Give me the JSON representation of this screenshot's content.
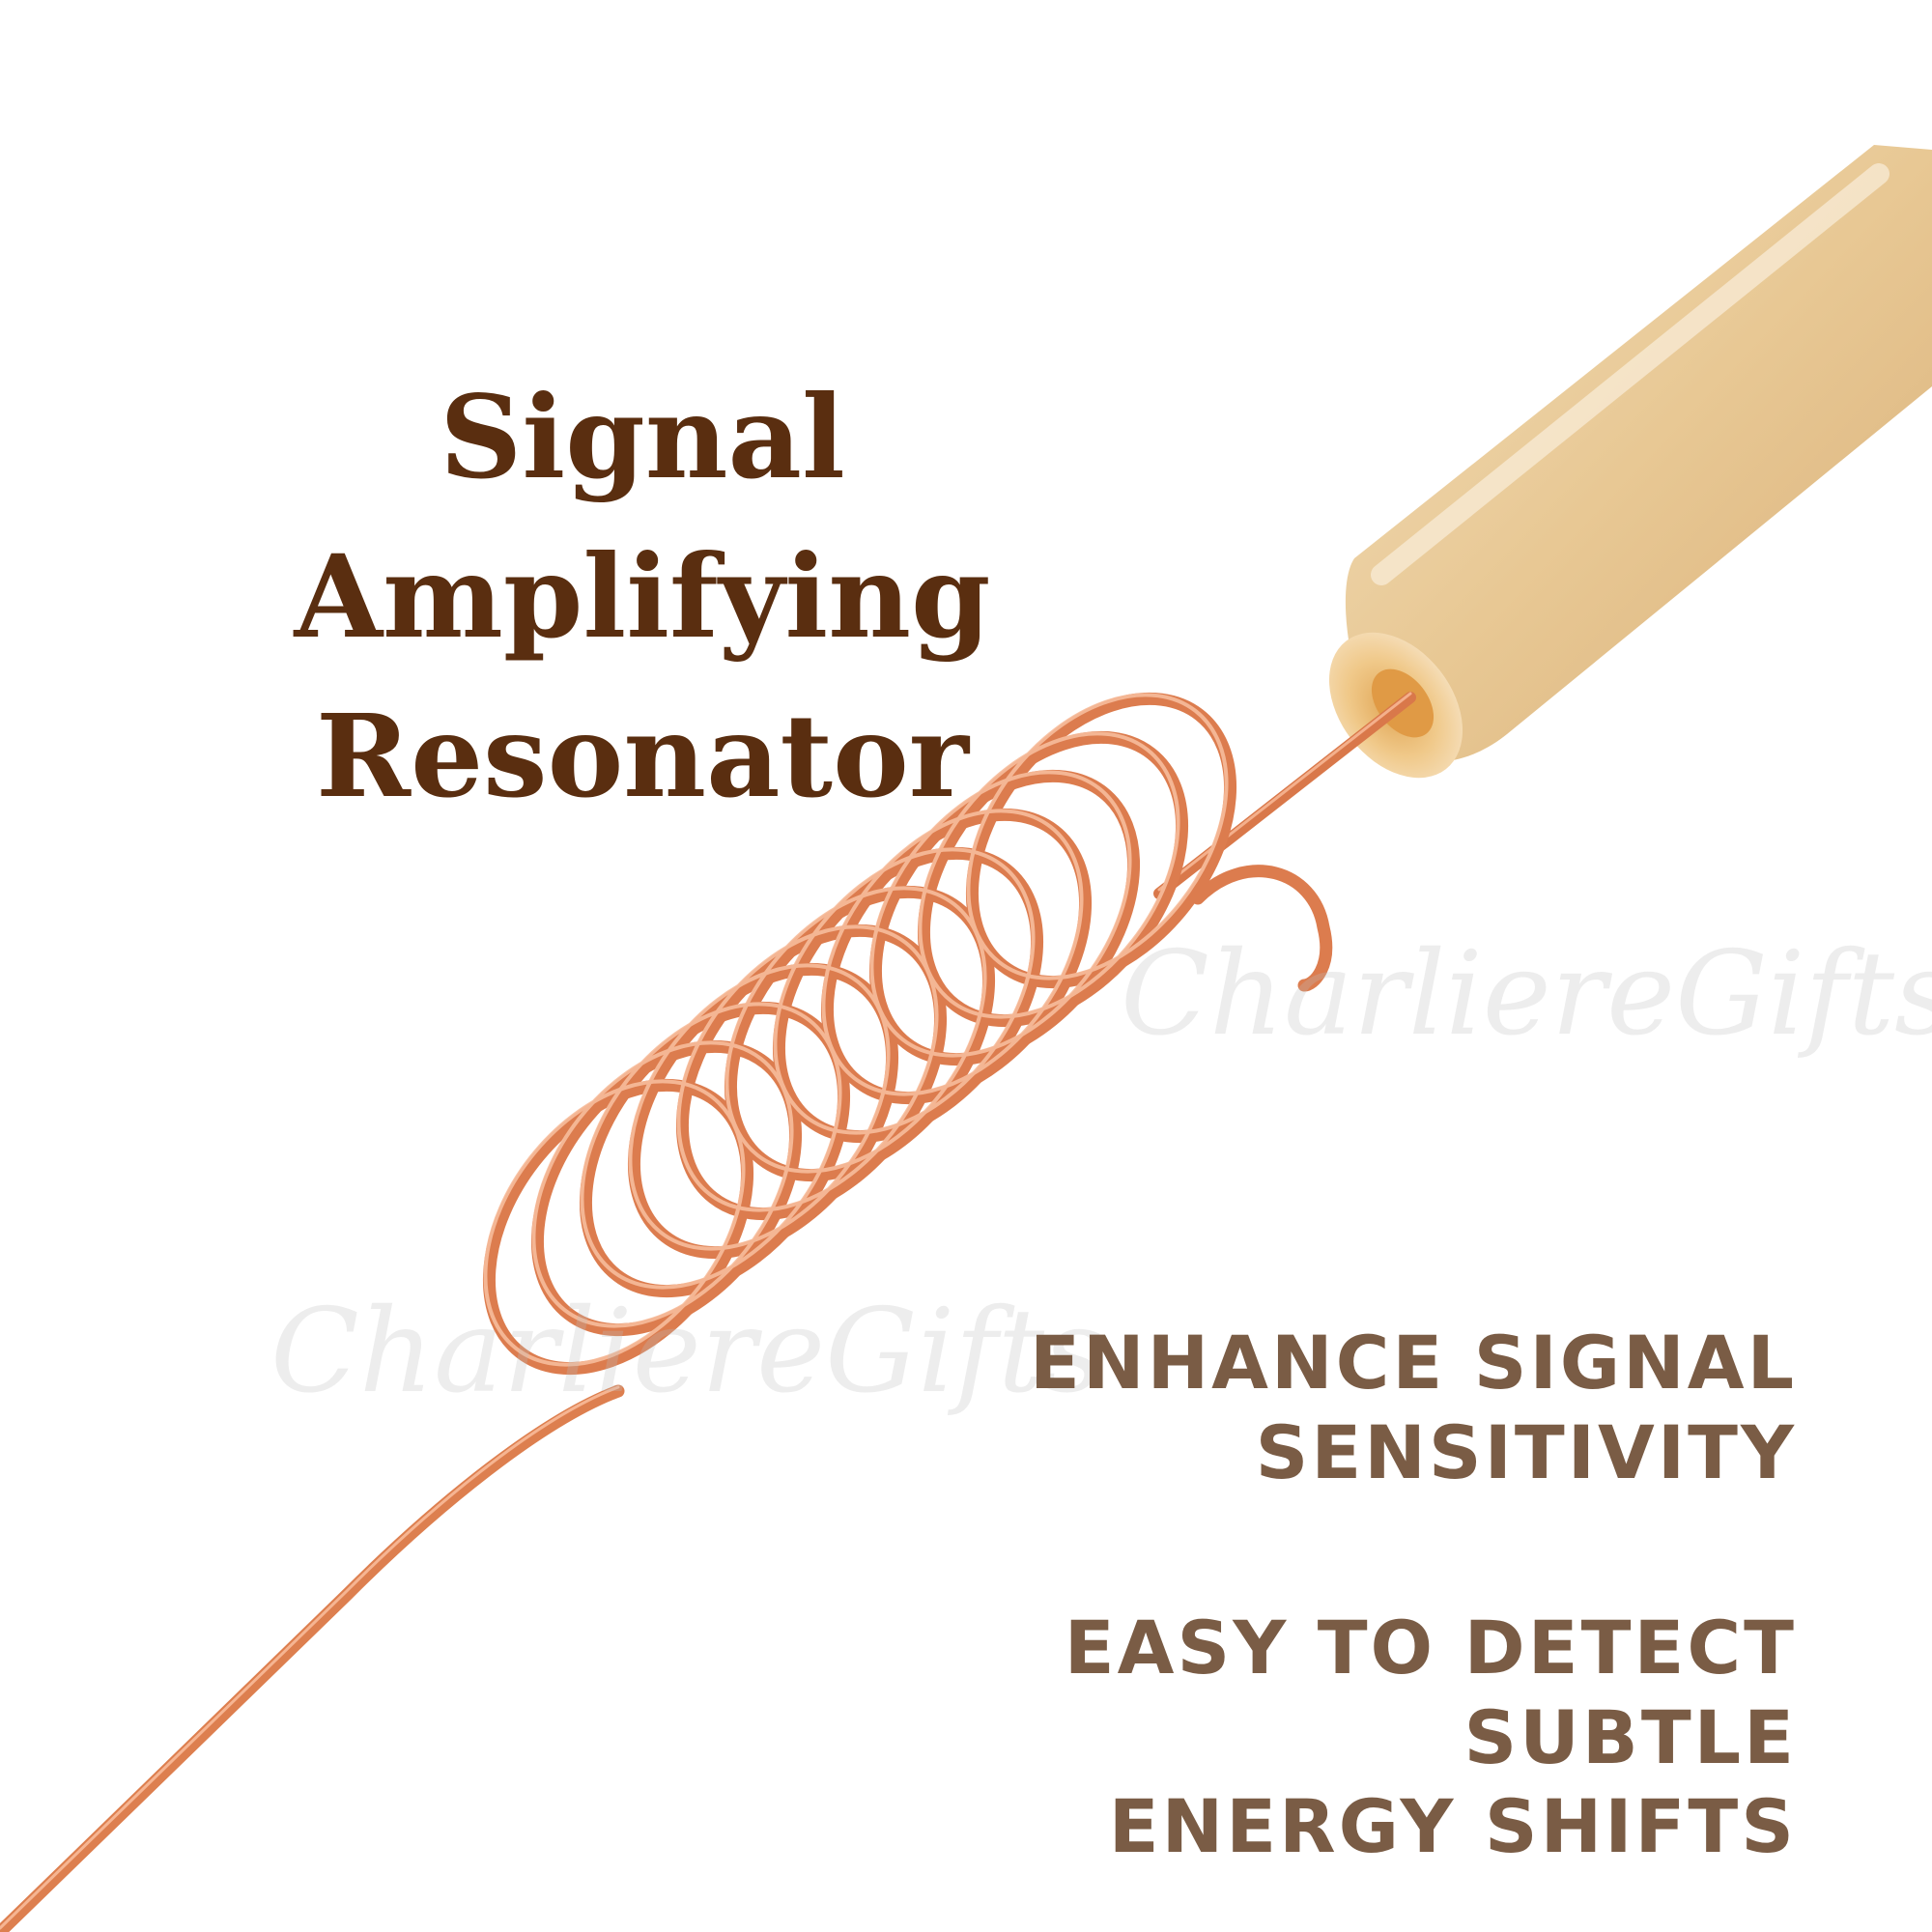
{
  "headline": {
    "line1": "Signal Amplifying",
    "line2": "Resonator"
  },
  "features": [
    {
      "line1": "ENHANCE SIGNAL",
      "line2": "SENSITIVITY"
    },
    {
      "line1": "EASY TO DETECT SUBTLE",
      "line2": "ENERGY SHIFTS"
    }
  ],
  "watermark": "CharliereGifts",
  "colors": {
    "headline": "#5a2e10",
    "feature_text": "#7a5c45",
    "copper": "#e08a5c",
    "wood": "#ecd0a4"
  }
}
